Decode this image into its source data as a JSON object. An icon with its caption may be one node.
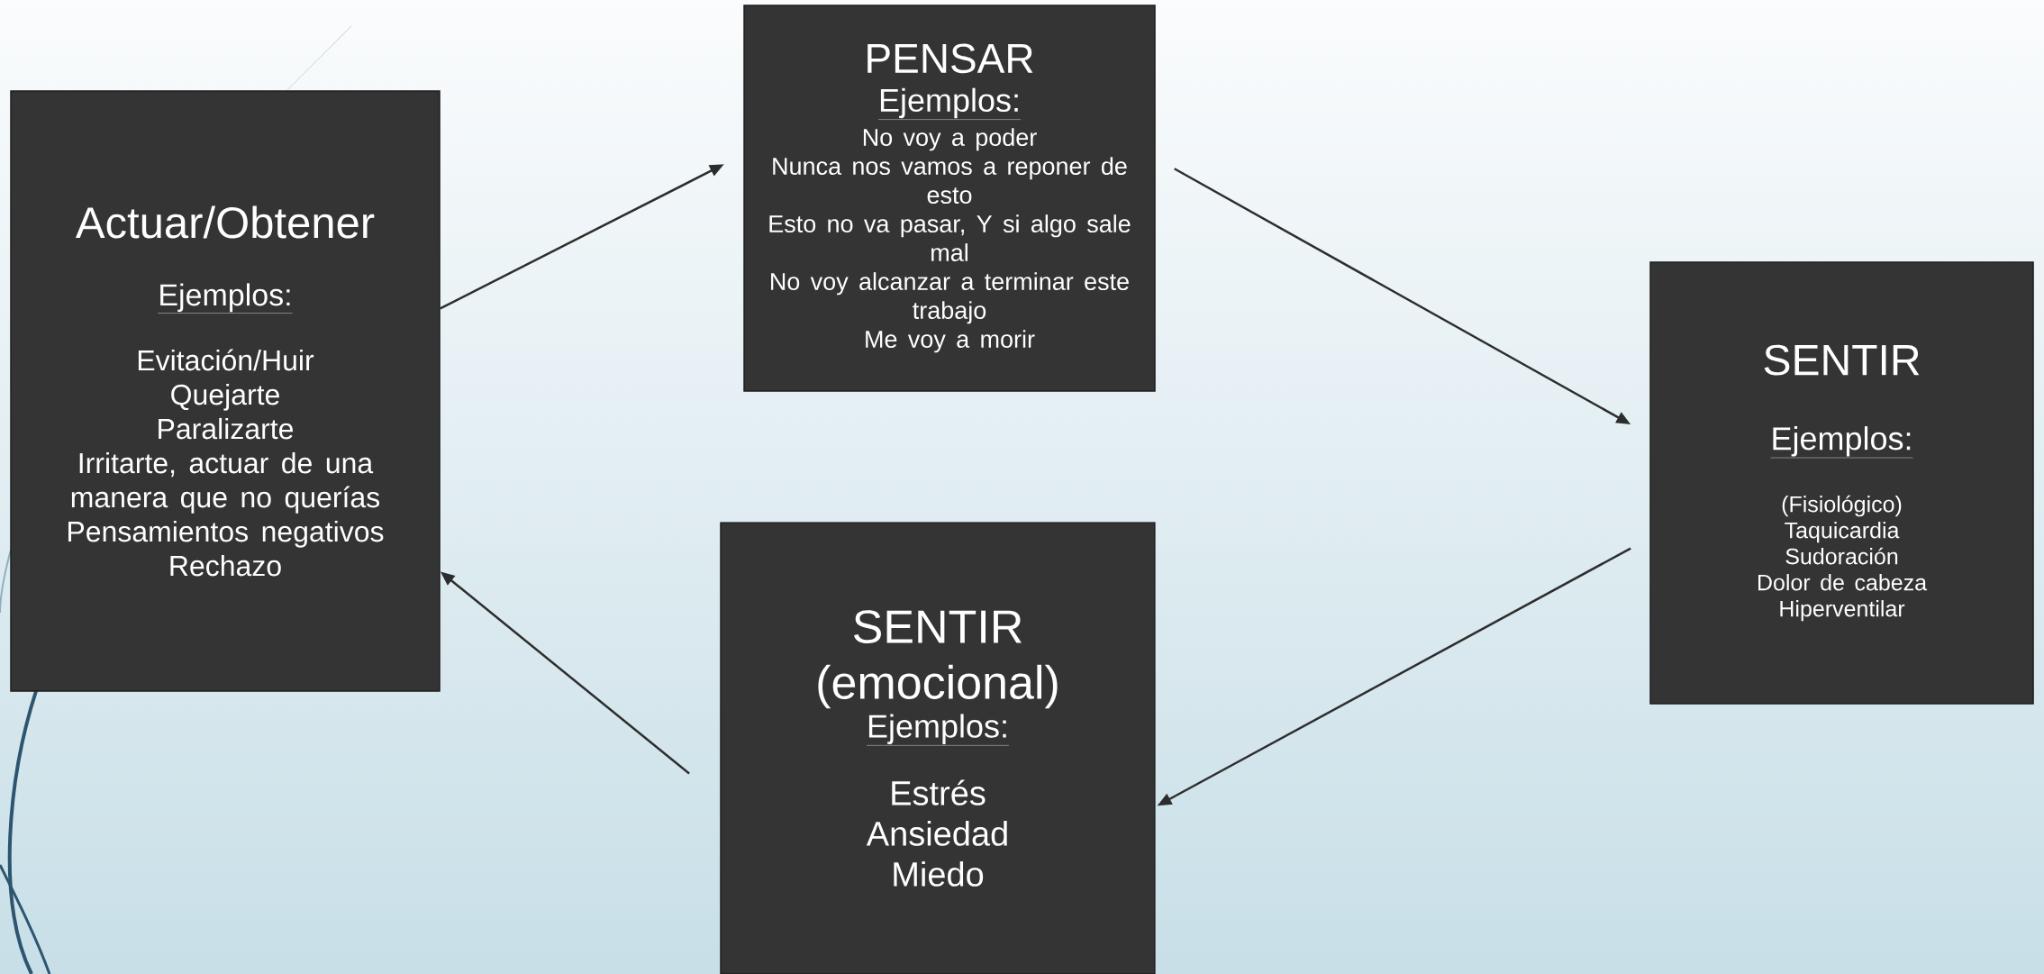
{
  "diagram": {
    "nodes": [
      {
        "text": [
          "Actuar/Obtener",
          "Ejemplos:",
          "Evitación/Huir",
          "Quejarte",
          "Paralizarte",
          "Irritarte, actuar de una manera que  no querías",
          "Pensamientos negativos",
          "Rechazo"
        ]
      },
      {
        "text": [
          "PENSAR",
          "Ejemplos:",
          "No voy a poder",
          "Nunca nos vamos a reponer de esto",
          "Esto no va pasar, Y si algo sale mal",
          "No voy alcanzar a terminar este trabajo",
          "Me voy a morir"
        ]
      },
      {
        "text": [
          "SENTIR",
          "Ejemplos:",
          "(Fisiológico)",
          "Taquicardia",
          "Sudoración",
          "Dolor de cabeza",
          "Hiperventilar"
        ]
      },
      {
        "text": [
          "SENTIR (emocional)",
          "Ejemplos:",
          "Estrés",
          "Ansiedad",
          "Miedo"
        ]
      }
    ],
    "edges": [
      {
        "from": 0,
        "to": 1,
        "arrow": "to"
      },
      {
        "from": 1,
        "to": 2,
        "arrow": "to"
      },
      {
        "from": 2,
        "to": 3,
        "arrow": "to"
      },
      {
        "from": 3,
        "to": 0,
        "arrow": "to"
      }
    ]
  }
}
